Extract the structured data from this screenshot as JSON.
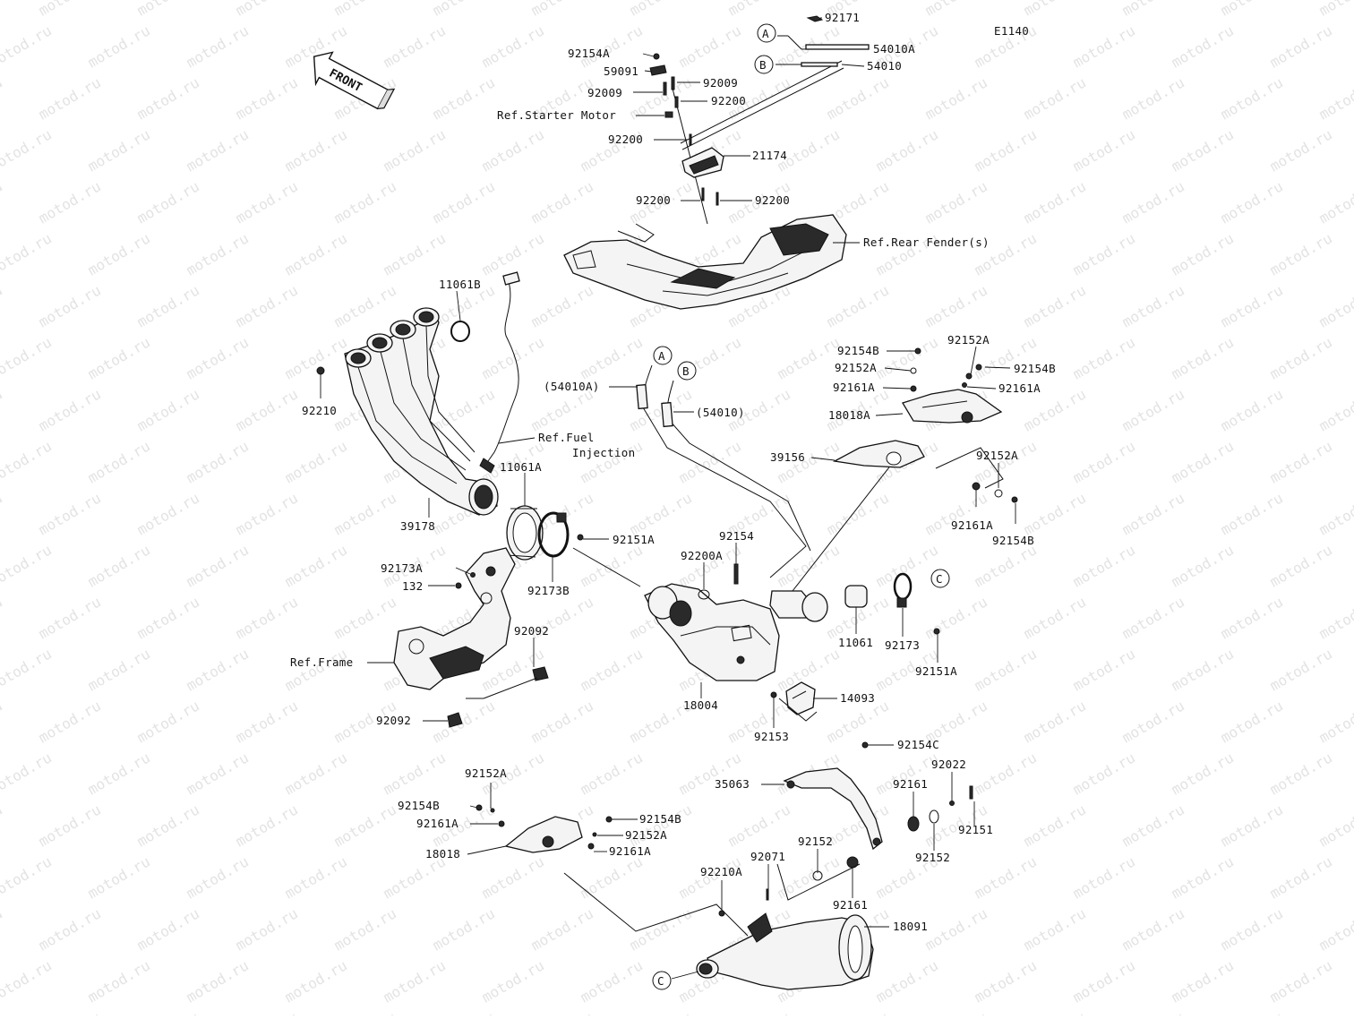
{
  "diagram_code": "E1140",
  "watermark": "motod.ru",
  "front_label": "FRONT",
  "callouts": {
    "a": "A",
    "b": "B",
    "c": "C"
  },
  "labels": {
    "p92171": "92171",
    "p54010A": "54010A",
    "p54010": "54010",
    "p92154A": "92154A",
    "p59091": "59091",
    "p92009a": "92009",
    "p92009b": "92009",
    "p92200a": "92200",
    "ref_starter": "Ref.Starter Motor",
    "p92200b": "92200",
    "p21174": "21174",
    "p92200c": "92200",
    "p92200d": "92200",
    "ref_rear_fender": "Ref.Rear Fender(s)",
    "p11061B": "11061B",
    "p92210": "92210",
    "ref_fuel_1": "Ref.Fuel",
    "ref_fuel_2": "Injection",
    "p11061A": "11061A",
    "p39178": "39178",
    "p54010A_paren": "(54010A)",
    "p54010_paren": "(54010)",
    "p92154B_a": "92154B",
    "p92152A_a": "92152A",
    "p92152A_b": "92152A",
    "p92154B_b": "92154B",
    "p92161A_a": "92161A",
    "p92161A_b": "92161A",
    "p18018A": "18018A",
    "p39156": "39156",
    "p92152A_c": "92152A",
    "p92161A_c": "92161A",
    "p92154B_c": "92154B",
    "p92151A_a": "92151A",
    "p92173A": "92173A",
    "p132": "132",
    "p92173B": "92173B",
    "p92200A": "92200A",
    "p92154": "92154",
    "p11061": "11061",
    "p92173": "92173",
    "p92151A_b": "92151A",
    "p92092a": "92092",
    "ref_frame": "Ref.Frame",
    "p18004": "18004",
    "p14093": "14093",
    "p92092b": "92092",
    "p92153": "92153",
    "p92154C": "92154C",
    "p92022": "92022",
    "p35063": "35063",
    "p92161": "92161",
    "p92151": "92151",
    "p92152A_d": "92152A",
    "p92154B_d": "92154B",
    "p92161A_d": "92161A",
    "p92154B_e": "92154B",
    "p92152A_e": "92152A",
    "p92161A_e": "92161A",
    "p18018": "18018",
    "p92152a": "92152",
    "p92152b": "92152",
    "p92071": "92071",
    "p92210A": "92210A",
    "p92161b": "92161",
    "p18091": "18091"
  }
}
